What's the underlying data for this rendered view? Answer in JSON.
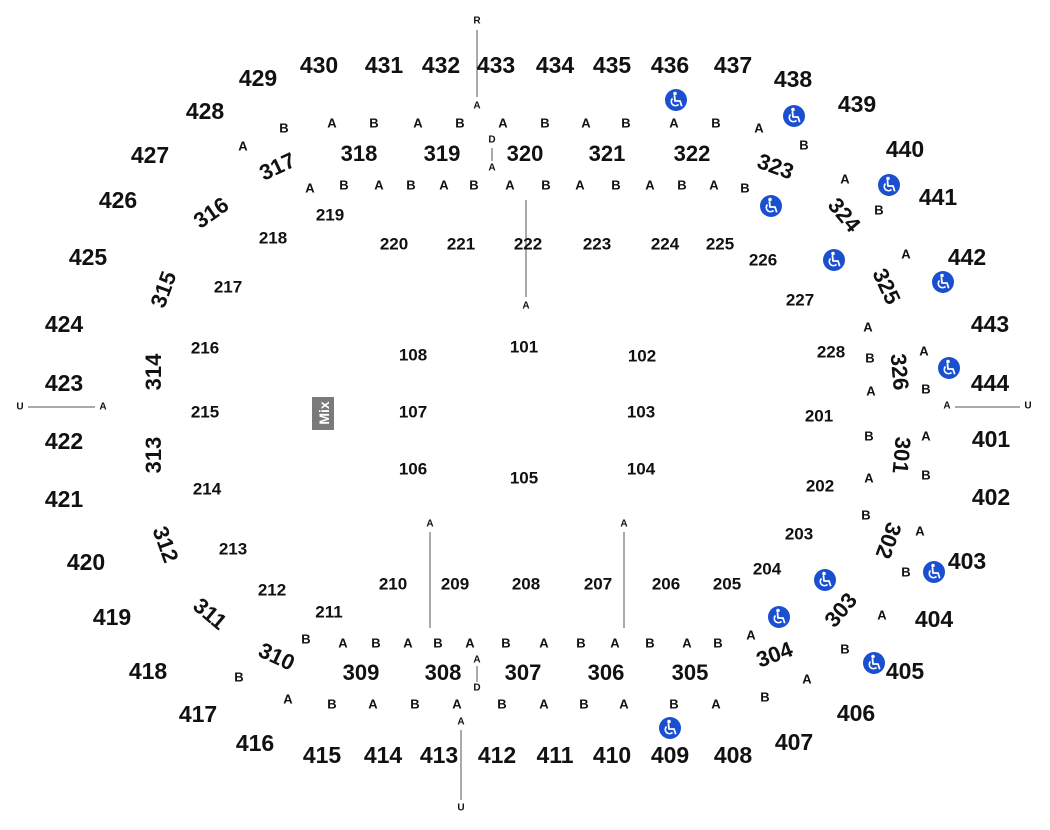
{
  "venue_map": {
    "level_400": [
      "430",
      "431",
      "432",
      "433",
      "434",
      "435",
      "436",
      "437",
      "438",
      "439",
      "440",
      "441",
      "442",
      "443",
      "444",
      "401",
      "402",
      "403",
      "404",
      "405",
      "406",
      "407",
      "408",
      "409",
      "410",
      "411",
      "412",
      "413",
      "414",
      "415",
      "416",
      "417",
      "418",
      "419",
      "420",
      "421",
      "422",
      "423",
      "424",
      "425",
      "426",
      "427",
      "428",
      "429"
    ],
    "level_300": [
      "317",
      "318",
      "319",
      "320",
      "321",
      "322",
      "323",
      "324",
      "325",
      "326",
      "301",
      "302",
      "303",
      "304",
      "305",
      "306",
      "307",
      "308",
      "309",
      "310",
      "311",
      "312",
      "313",
      "314",
      "315",
      "316"
    ],
    "level_200": [
      "219",
      "220",
      "221",
      "222",
      "223",
      "224",
      "225",
      "226",
      "227",
      "228",
      "201",
      "202",
      "203",
      "204",
      "205",
      "206",
      "207",
      "208",
      "209",
      "210",
      "211",
      "212",
      "213",
      "214",
      "215",
      "216",
      "217",
      "218"
    ],
    "level_100": [
      "101",
      "102",
      "103",
      "104",
      "105",
      "106",
      "107",
      "108"
    ],
    "row_labels": [
      "A",
      "B",
      "D",
      "R",
      "U"
    ],
    "mix_label": "Mix",
    "accessible_icon": "wheelchair-icon",
    "colors": {
      "accessible": "#1a4fd0",
      "mix": "#7a7a7a",
      "text": "#111111"
    }
  }
}
